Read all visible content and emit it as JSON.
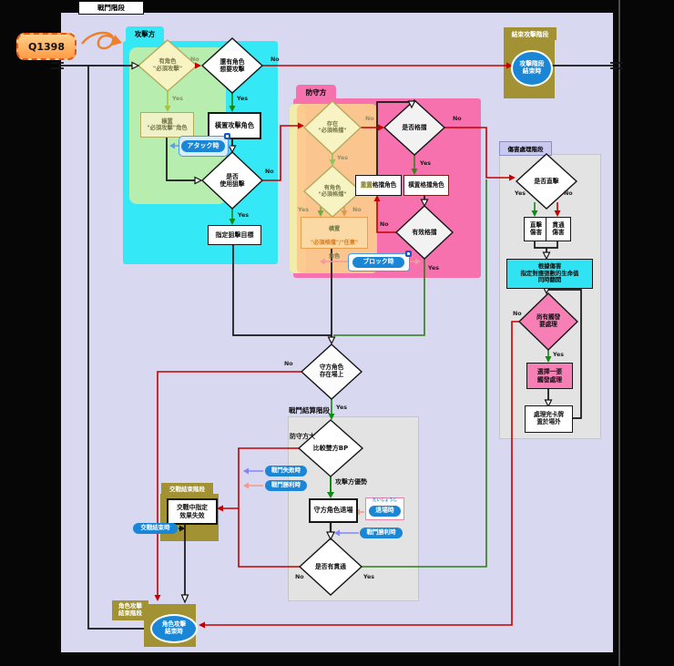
{
  "labels": {
    "yes": "Yes",
    "no": "No"
  },
  "frame": {
    "tab": "戰鬥階段",
    "qnote": "Q1398"
  },
  "attack": {
    "tab": "攻擊方",
    "must_attack_q": "有角色\n\"必須攻擊\"",
    "want_attack_q": "還有角色\n想要攻擊",
    "tap_must": "橫置\n\"必須攻擊\"角色",
    "tap_attacker": "橫置攻擊角色",
    "snipe_q": "是否\n使用狙擊",
    "snipe_target": "指定狙擊目標",
    "attack_pill": "アタック時"
  },
  "defend": {
    "tab": "防守方",
    "exist_must_q": "存在\n\"必須格擋\"",
    "has_must_q": "有角色\n\"必須格擋\"",
    "tap_line1": "橫置",
    "tap_line2": "\"必須格擋\"/\"任意\"",
    "tap_line3": "角色",
    "block_q": "是否格擋",
    "tap_blocker": "橫置格擋角色",
    "reset_prefix": "重置",
    "reset_suffix": "格擋角色",
    "valid_q": "有效格擋",
    "block_pill": "ブロック時"
  },
  "end_attack": {
    "tab": "結束攻擊階段",
    "pill": "攻擊階段\n結束時"
  },
  "damage": {
    "tab": "傷害處理階段",
    "direct_q": "是否直擊",
    "direct": "直擊\n傷害",
    "pierce": "貫通\n傷害",
    "flip": "根據傷害\n指定對應張數的生命值\n同時翻開",
    "trigger_q": "尚有觸發\n要處理",
    "pick": "選擇一張\n觸發處理",
    "done": "處理完卡牌\n置於場外"
  },
  "settle": {
    "defender_alive_q": "守方角色\n存在場上",
    "label": "戰鬥結算階段",
    "compare": "比較雙方BP",
    "defender_wins": "防守方大",
    "attacker_wins": "攻擊方優勢",
    "leave": "守方角色退場",
    "pierce_q": "是否有貫通",
    "lose_pill": "戰鬥失敗時",
    "win_pill": "戰鬥勝利時",
    "exit_pill": "退場時",
    "exit_ruby": "たいじょうじ",
    "win_pill2": "戰鬥勝利時"
  },
  "engage_end": {
    "tab": "交戰結束階段",
    "invalid": "交戰中指定\n效果失效",
    "pill": "交戰結束時"
  },
  "char_end": {
    "tab": "角色攻擊\n結束階段",
    "pill": "角色攻擊\n結束時"
  }
}
